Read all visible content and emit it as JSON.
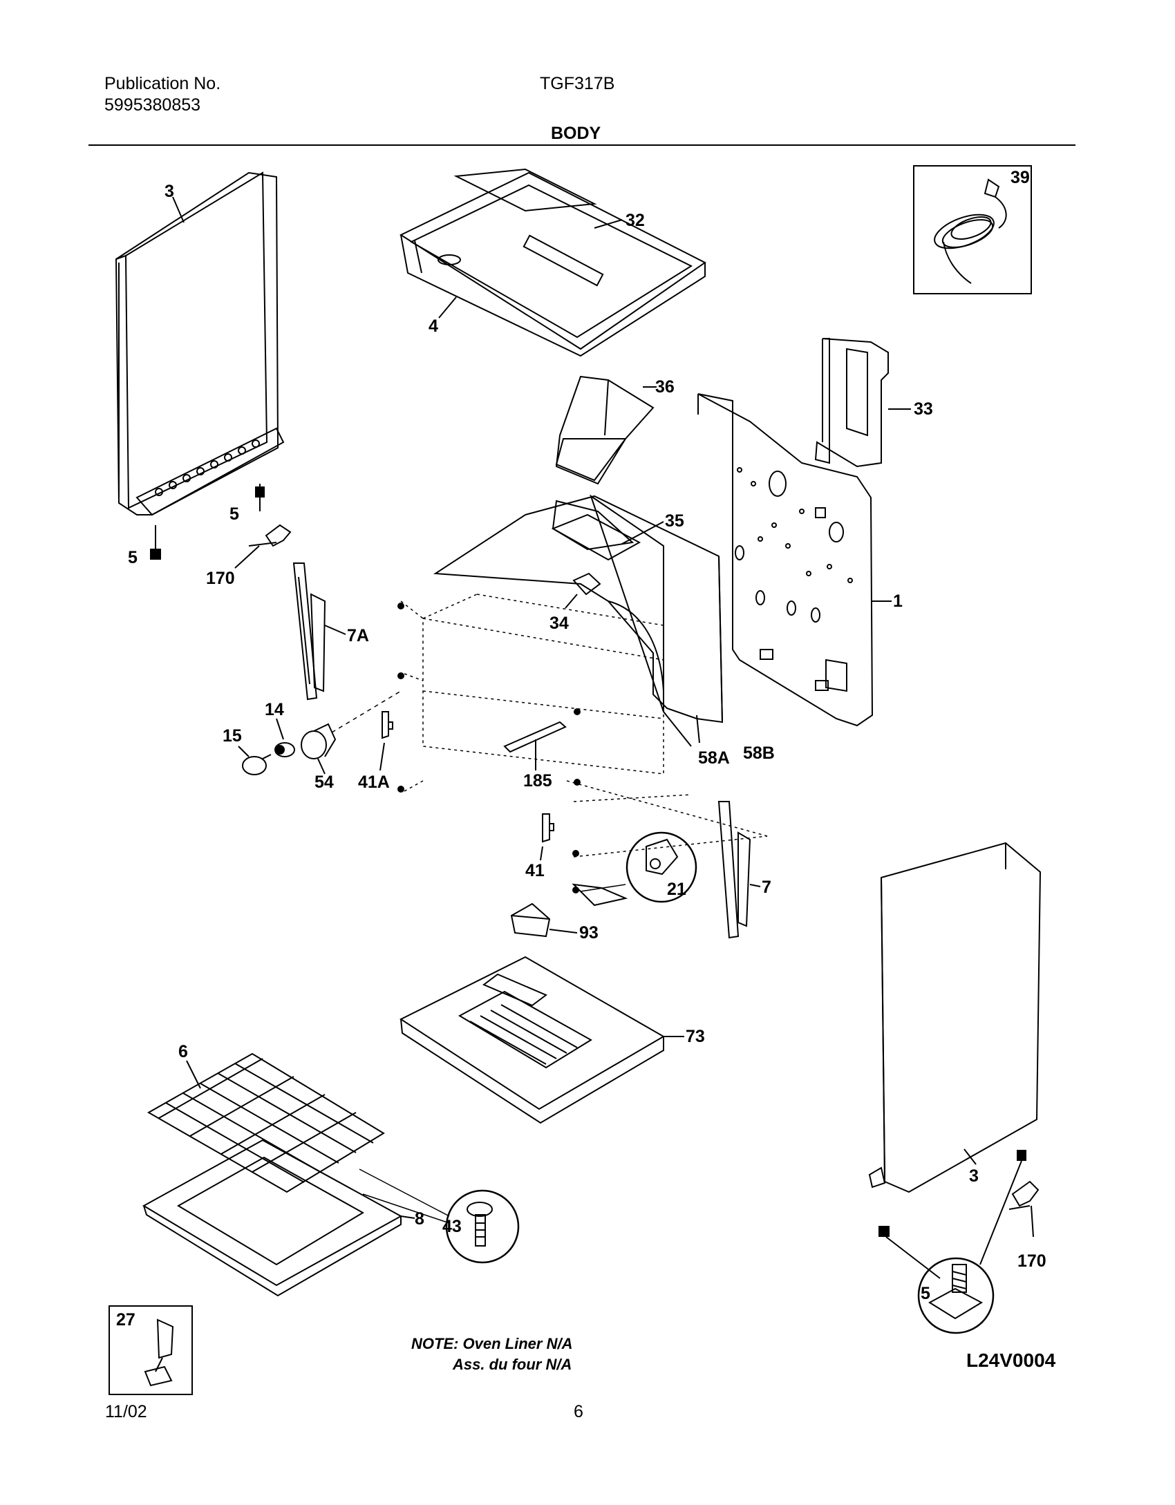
{
  "header": {
    "publication_label": "Publication No.",
    "publication_number": "5995380853",
    "model": "TGF317B",
    "section_title": "BODY"
  },
  "footer": {
    "date": "11/02",
    "page": "6"
  },
  "diagram": {
    "drawing_code": "L24V0004",
    "note_line1": "NOTE: Oven Liner N/A",
    "note_line2": "Ass. du four N/A",
    "callouts": {
      "side_panel_left": "3",
      "rear_cover_frame": "32",
      "top_frame": "4",
      "power_cord": "39",
      "back_panel_shield": "33",
      "vent_duct": "36",
      "back_panel": "1",
      "screw_left_upper": "5",
      "screw_left_lower": "5",
      "hinge_receiver_left": "170",
      "vent_plate": "35",
      "vent_fitting": "34",
      "hinge_7a": "7A",
      "socket_14": "14",
      "bulb_15": "15",
      "lamp_cover_54": "54",
      "bracket_41a": "41A",
      "insulation_58a": "58A",
      "insulation_58b": "58B",
      "baffle_185": "185",
      "bracket_41": "41",
      "clip_21": "21",
      "hinge_7": "7",
      "burner_baffle_93": "93",
      "bottom_73": "73",
      "rack_6": "6",
      "broiler_pan_8": "8",
      "screw_43": "43",
      "side_panel_right": "3",
      "hinge_receiver_right": "170",
      "leveling_leg_5": "5",
      "anti_tip_27": "27"
    }
  }
}
